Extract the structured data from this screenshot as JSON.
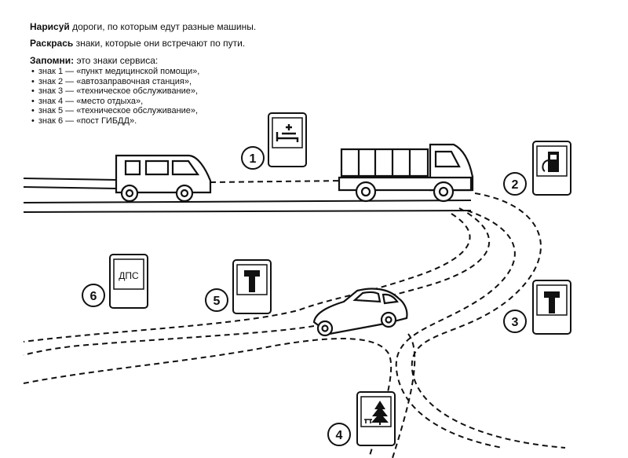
{
  "instructions": {
    "line1_bold": "Нарисуй",
    "line1_rest": " дороги, по которым едут разные машины.",
    "line2_bold": "Раскрась",
    "line2_rest": " знаки, которые они встречают по пути.",
    "line3_bold": "Запомни:",
    "line3_rest": " это знаки сервиса:"
  },
  "legend": [
    "знак 1 — «пункт медицинской помощи»,",
    "знак 2 — «автозаправочная станция»,",
    "знак 3 — «техническое обслуживание»,",
    "знак 4 — «место отдыха»,",
    "знак 5 — «техническое обслуживание»,",
    "знак 6 — «пост ГИБДД»."
  ],
  "signs": {
    "sign1": {
      "number": "1",
      "icon": "medical-bed-icon"
    },
    "sign2": {
      "number": "2",
      "icon": "fuel-pump-icon"
    },
    "sign3": {
      "number": "3",
      "icon": "wrench-icon"
    },
    "sign4": {
      "number": "4",
      "icon": "tree-bench-icon"
    },
    "sign5": {
      "number": "5",
      "icon": "wrench-icon"
    },
    "sign6": {
      "number": "6",
      "text": "ДПС"
    }
  },
  "vehicles": [
    "van",
    "truck",
    "car"
  ],
  "colors": {
    "ink": "#111111",
    "paper": "#ffffff"
  }
}
